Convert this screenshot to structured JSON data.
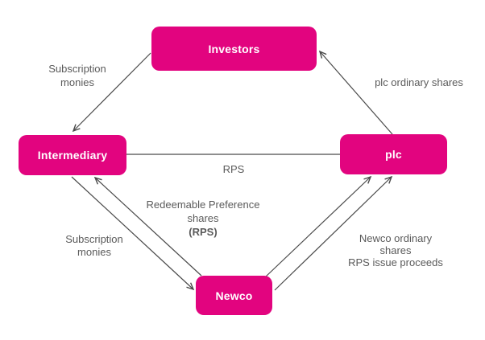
{
  "diagram": {
    "type": "flow-diagram",
    "colors": {
      "background": "#ffffff",
      "box": "#e2047f",
      "box_text": "#ffffff",
      "line": "#4a4a4a",
      "label_text": "#5a5a5a"
    },
    "nodes": {
      "investors": {
        "label": "Investors"
      },
      "intermediary": {
        "label": "Intermediary"
      },
      "plc": {
        "label": "plc"
      },
      "newco": {
        "label": "Newco"
      }
    },
    "edges": {
      "investors_to_intermediary": {
        "direction": "Investors -> Intermediary",
        "label_lines": [
          "Subscription",
          "monies"
        ]
      },
      "plc_to_investors": {
        "direction": "plc -> Investors",
        "label_lines": [
          "plc ordinary shares"
        ]
      },
      "intermediary_plc_link": {
        "direction": "Intermediary - plc (plain line)",
        "label_lines": [
          "RPS"
        ]
      },
      "intermediary_to_newco": {
        "direction": "Intermediary -> Newco",
        "label_lines": [
          "Subscription",
          "monies"
        ]
      },
      "newco_to_intermediary": {
        "direction": "Newco -> Intermediary",
        "label_lines": [
          "Redeemable Preference",
          "shares",
          "(RPS)"
        ]
      },
      "newco_to_plc": {
        "direction": "Newco -> plc (two arrows)",
        "label_lines": [
          "Newco ordinary",
          "shares",
          "RPS issue proceeds"
        ]
      }
    }
  }
}
